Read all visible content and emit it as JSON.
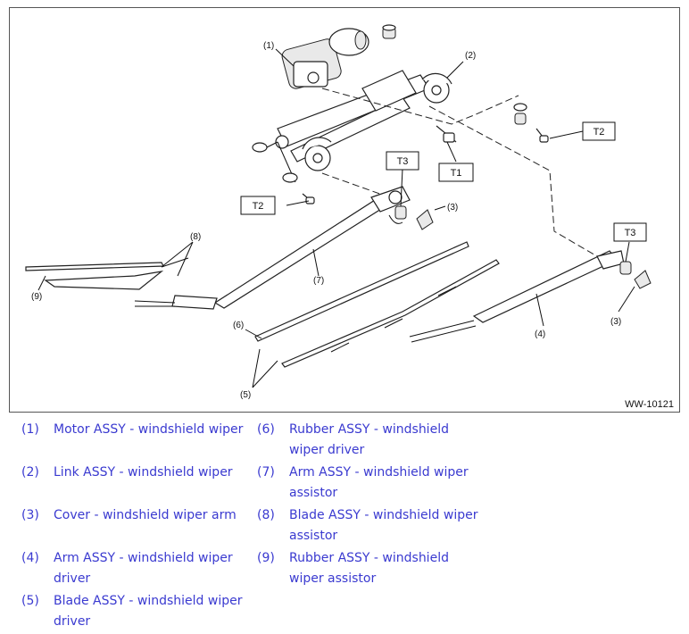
{
  "figure": {
    "id": "WW-10121",
    "callouts": {
      "c1": "(1)",
      "c2": "(2)",
      "c3a": "(3)",
      "c3b": "(3)",
      "c4": "(4)",
      "c5": "(5)",
      "c6": "(6)",
      "c7": "(7)",
      "c8": "(8)",
      "c9": "(9)"
    },
    "torque_labels": {
      "t1": "T1",
      "t2a": "T2",
      "t2b": "T2",
      "t3a": "T3",
      "t3b": "T3"
    }
  },
  "legend": [
    {
      "num": "(1)",
      "text": "Motor ASSY - windshield wiper"
    },
    {
      "num": "(2)",
      "text": "Link ASSY - windshield wiper"
    },
    {
      "num": "(3)",
      "text": "Cover - windshield wiper arm"
    },
    {
      "num": "(4)",
      "text": "Arm ASSY - windshield wiper driver"
    },
    {
      "num": "(5)",
      "text": "Blade ASSY - windshield wiper driver"
    },
    {
      "num": "(6)",
      "text": "Rubber ASSY - windshield wiper driver"
    },
    {
      "num": "(7)",
      "text": "Arm ASSY - windshield wiper assistor"
    },
    {
      "num": "(8)",
      "text": "Blade ASSY - windshield wiper assistor"
    },
    {
      "num": "(9)",
      "text": "Rubber ASSY - windshield wiper assistor"
    }
  ]
}
